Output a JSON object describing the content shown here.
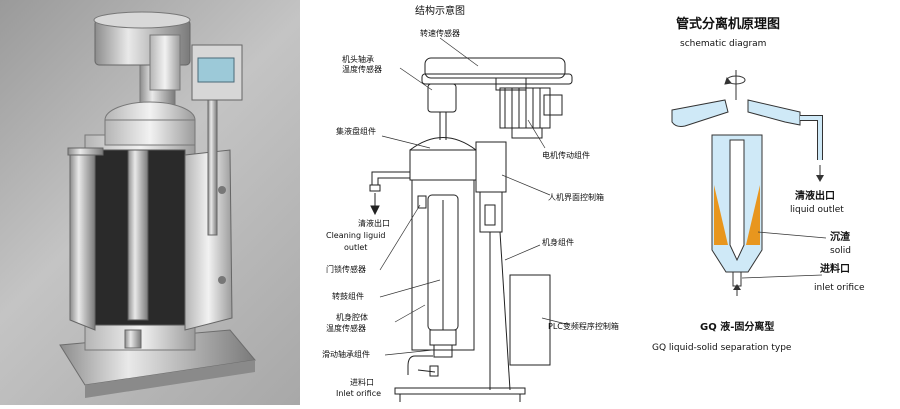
{
  "structure": {
    "title": "结构示意图",
    "labels": {
      "speed_sensor": "转速传感器",
      "head_bearing_1": "机头轴承",
      "head_bearing_2": "温度传感器",
      "collector": "集液盘组件",
      "clean_outlet_cn": "清液出口",
      "clean_outlet_en_1": "Cleaning liguid",
      "clean_outlet_en_2": "outlet",
      "door_sensor": "门锁传感器",
      "drum": "转鼓组件",
      "body_1": "机身腔体",
      "body_2": "温度传感器",
      "slide_bearing": "滑动轴承组件",
      "inlet_cn": "进料口",
      "inlet_en": "Inlet orifice",
      "motor": "电机传动组件",
      "hmi": "人机界面控制箱",
      "frame": "机身组件",
      "plc": "PLC变频程序控制箱"
    }
  },
  "schematic": {
    "title": "管式分离机原理图",
    "subtitle": "schematic diagram",
    "liquid_outlet_cn": "清液出口",
    "liquid_outlet_en": "liquid outlet",
    "solid_cn": "沉渣",
    "solid_en": "solid",
    "inlet_cn": "进料口",
    "inlet_en": "inlet orifice",
    "type_cn": "GQ 液-固分离型",
    "type_en": "GQ liquid-solid separation type"
  },
  "colors": {
    "liquid": "#cfe9f7",
    "solid": "#e8961e",
    "outline": "#333333"
  }
}
